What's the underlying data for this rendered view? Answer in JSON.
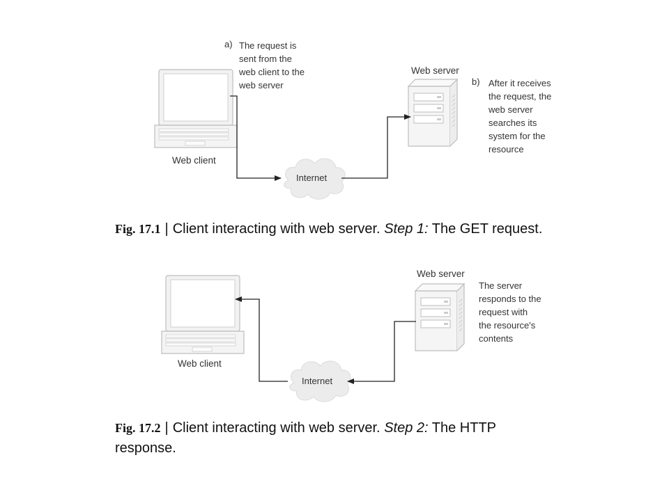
{
  "figure1": {
    "client_label": "Web client",
    "internet_label": "Internet",
    "server_label": "Web server",
    "note_a_marker": "a)",
    "note_a_lines": [
      "The request is",
      "sent from the",
      "web client to the",
      "web server"
    ],
    "note_b_marker": "b)",
    "note_b_lines": [
      "After it receives",
      "the request, the",
      "web server",
      "searches its",
      "system for the",
      "resource"
    ],
    "caption_fig": "Fig. 17.1",
    "caption_sep": "|",
    "caption_text": "Client interacting with web server.",
    "caption_step": "Step 1:",
    "caption_rest": "The GET request."
  },
  "figure2": {
    "client_label": "Web client",
    "internet_label": "Internet",
    "server_label": "Web server",
    "note_lines": [
      "The server",
      "responds to the",
      "request with",
      "the resource's",
      "contents"
    ],
    "caption_fig": "Fig. 17.2",
    "caption_sep": "|",
    "caption_text": "Client interacting with web server.",
    "caption_step": "Step 2:",
    "caption_rest": "The HTTP response."
  }
}
